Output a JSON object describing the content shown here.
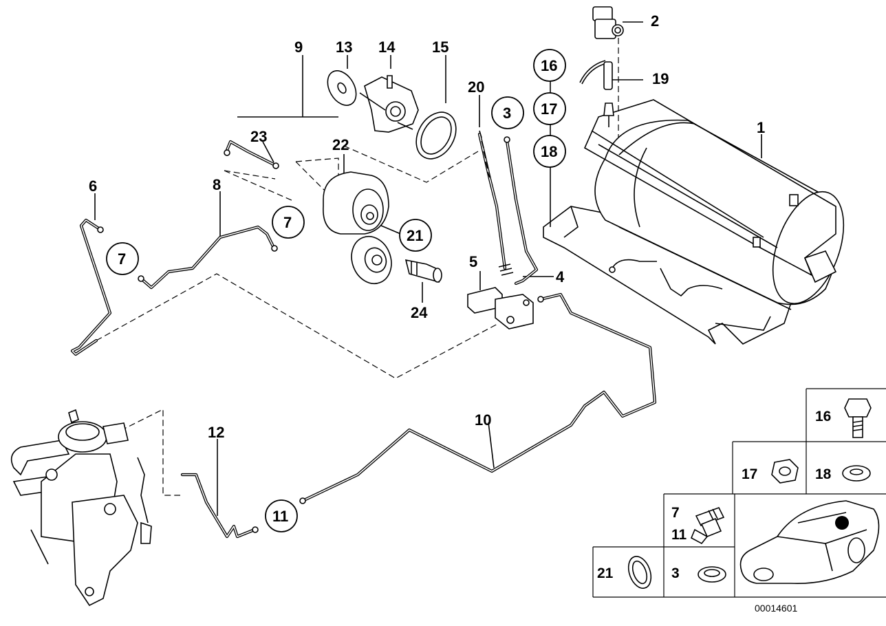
{
  "diagram": {
    "part_labels": {
      "p1": "1",
      "p2": "2",
      "p3": "3",
      "p4": "4",
      "p5": "5",
      "p6": "6",
      "p7a": "7",
      "p7b": "7",
      "p8": "8",
      "p9": "9",
      "p10": "10",
      "p11": "11",
      "p12": "12",
      "p13": "13",
      "p14": "14",
      "p15": "15",
      "p16": "16",
      "p17": "17",
      "p18": "18",
      "p19": "19",
      "p20": "20",
      "p21": "21",
      "p22": "22",
      "p23": "23",
      "p24": "24"
    },
    "legend": {
      "item16": "16",
      "item17": "17",
      "item18": "18",
      "item7": "7",
      "item11": "11",
      "item21": "21",
      "item3": "3"
    },
    "drawing_number": "00014601"
  }
}
